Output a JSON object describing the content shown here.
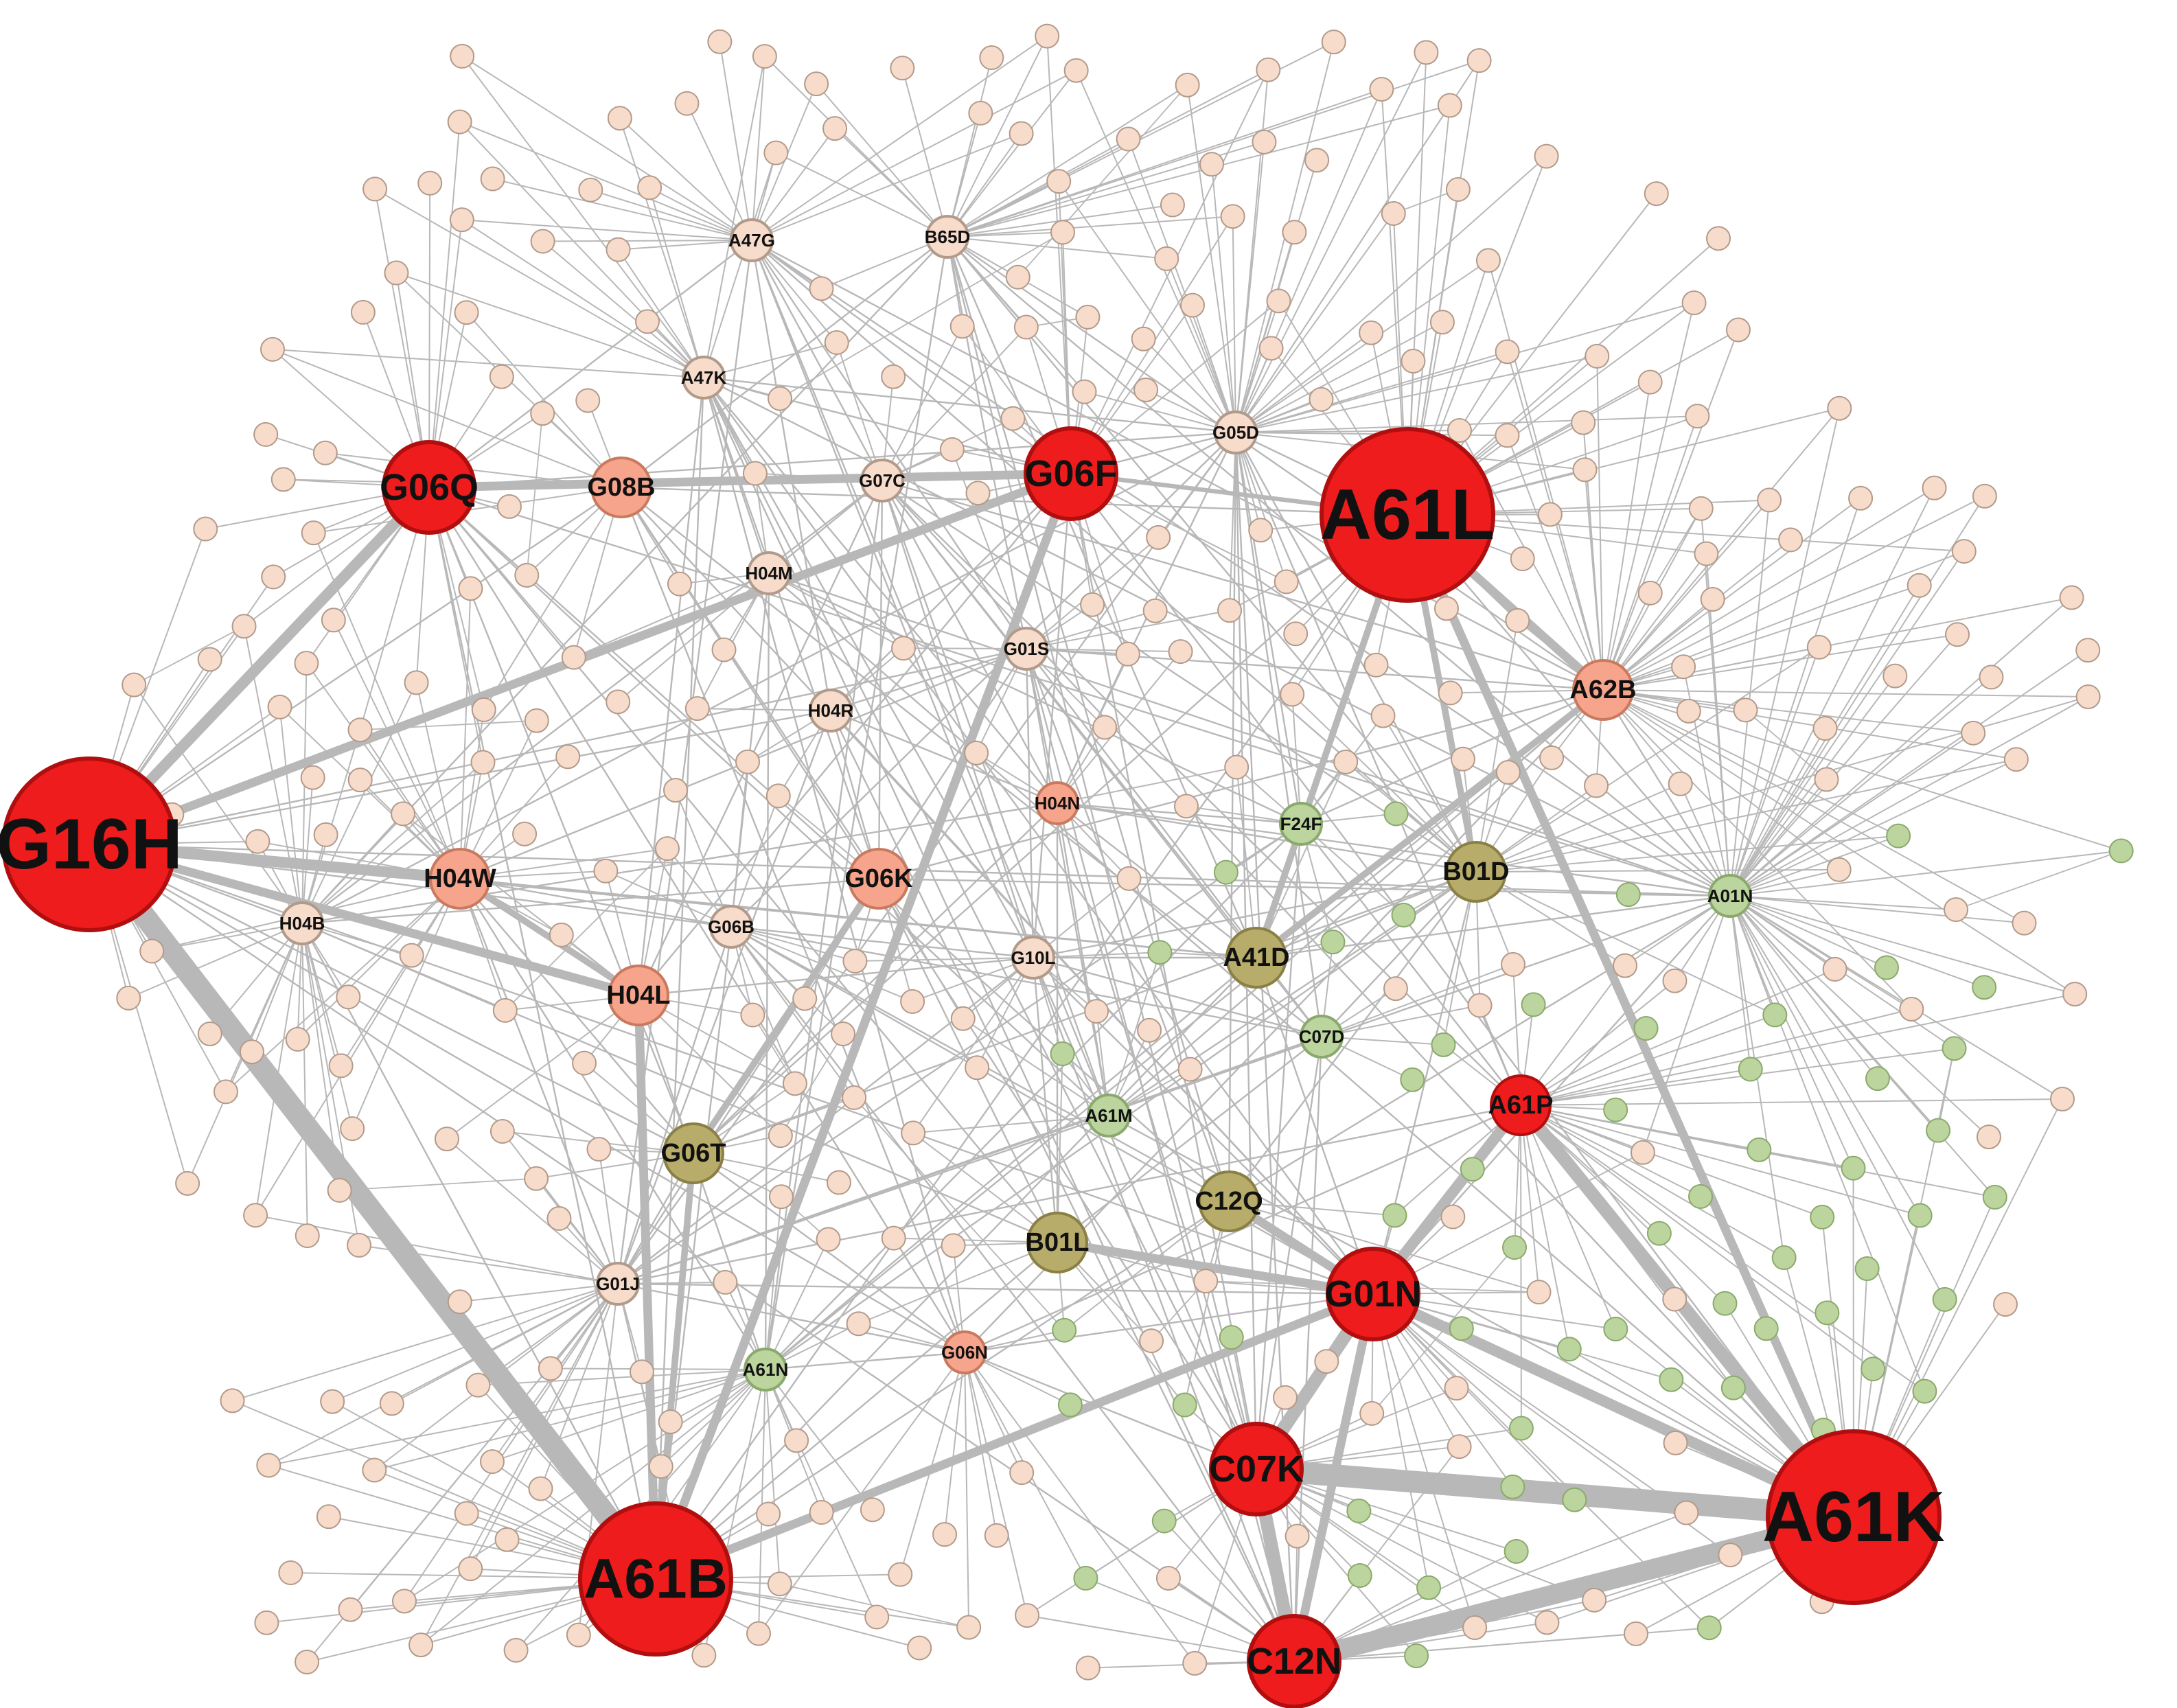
{
  "colors": {
    "background": "#ffffff",
    "edge": "#b8b8b8",
    "red": "#ee1c1c",
    "red_stroke": "#b10f0f",
    "salmon": "#f6a58c",
    "salmon_stroke": "#c97a5e",
    "olive": "#b7ac6a",
    "olive_stroke": "#8a7f45",
    "green": "#bcd59e",
    "green_stroke": "#8aa96c",
    "cream": "#f7dccc",
    "cream_stroke": "#b29a8a"
  },
  "network": {
    "major_nodes": [
      {
        "id": "G16H",
        "label": "G16H",
        "category": "red",
        "level": 5
      },
      {
        "id": "A61L",
        "label": "A61L",
        "category": "red",
        "level": 5
      },
      {
        "id": "A61K",
        "label": "A61K",
        "category": "red",
        "level": 5
      },
      {
        "id": "A61B",
        "label": "A61B",
        "category": "red",
        "level": 4
      },
      {
        "id": "G06F",
        "label": "G06F",
        "category": "red",
        "level": 3
      },
      {
        "id": "G06Q",
        "label": "G06Q",
        "category": "red",
        "level": 3
      },
      {
        "id": "G01N",
        "label": "G01N",
        "category": "red",
        "level": 3
      },
      {
        "id": "C07K",
        "label": "C07K",
        "category": "red",
        "level": 3
      },
      {
        "id": "C12N",
        "label": "C12N",
        "category": "red",
        "level": 3
      },
      {
        "id": "A61P",
        "label": "A61P",
        "category": "red",
        "level": 2
      },
      {
        "id": "G08B",
        "label": "G08B",
        "category": "salmon",
        "level": 2
      },
      {
        "id": "A62B",
        "label": "A62B",
        "category": "salmon",
        "level": 2
      },
      {
        "id": "H04W",
        "label": "H04W",
        "category": "salmon",
        "level": 2
      },
      {
        "id": "G06K",
        "label": "G06K",
        "category": "salmon",
        "level": 2
      },
      {
        "id": "H04L",
        "label": "H04L",
        "category": "salmon",
        "level": 2
      },
      {
        "id": "H04N",
        "label": "H04N",
        "category": "salmon",
        "level": 1
      },
      {
        "id": "G06N",
        "label": "G06N",
        "category": "salmon",
        "level": 1
      },
      {
        "id": "B01D",
        "label": "B01D",
        "category": "olive",
        "level": 2
      },
      {
        "id": "A41D",
        "label": "A41D",
        "category": "olive",
        "level": 2
      },
      {
        "id": "G06T",
        "label": "G06T",
        "category": "olive",
        "level": 2
      },
      {
        "id": "C12Q",
        "label": "C12Q",
        "category": "olive",
        "level": 2
      },
      {
        "id": "B01L",
        "label": "B01L",
        "category": "olive",
        "level": 2
      },
      {
        "id": "A61M",
        "label": "A61M",
        "category": "green",
        "level": 1
      },
      {
        "id": "F24F",
        "label": "F24F",
        "category": "green",
        "level": 1
      },
      {
        "id": "A01N",
        "label": "A01N",
        "category": "green",
        "level": 1
      },
      {
        "id": "C07D",
        "label": "C07D",
        "category": "green",
        "level": 1
      },
      {
        "id": "G07C",
        "label": "G07C",
        "category": "cream",
        "level": 1
      },
      {
        "id": "H04M",
        "label": "H04M",
        "category": "cream",
        "level": 1
      },
      {
        "id": "H04R",
        "label": "H04R",
        "category": "cream",
        "level": 1
      },
      {
        "id": "G10L",
        "label": "G10L",
        "category": "cream",
        "level": 1
      },
      {
        "id": "G06B",
        "label": "G06B",
        "category": "cream",
        "level": 1
      },
      {
        "id": "G01J",
        "label": "G01J",
        "category": "cream",
        "level": 1
      },
      {
        "id": "H04B",
        "label": "H04B",
        "category": "cream",
        "level": 1
      },
      {
        "id": "G01S",
        "label": "G01S",
        "category": "cream",
        "level": 1
      },
      {
        "id": "G05D",
        "label": "G05D",
        "category": "cream",
        "level": 1
      },
      {
        "id": "A47G",
        "label": "A47G",
        "category": "cream",
        "level": 1
      },
      {
        "id": "A47K",
        "label": "A47K",
        "category": "cream",
        "level": 1
      },
      {
        "id": "B65D",
        "label": "B65D",
        "category": "cream",
        "level": 1
      },
      {
        "id": "A61N",
        "label": "A61N",
        "category": "green",
        "level": 1
      }
    ],
    "minor_node_count": 360,
    "heavy_edges": [
      [
        "G16H",
        "A61B",
        10
      ],
      [
        "C07K",
        "A61K",
        10
      ],
      [
        "C12N",
        "A61K",
        9
      ],
      [
        "G16H",
        "H04W",
        5
      ],
      [
        "G16H",
        "G06Q",
        5
      ],
      [
        "G16H",
        "G06F",
        4
      ],
      [
        "G16H",
        "H04L",
        4
      ],
      [
        "G06Q",
        "G06F",
        4
      ],
      [
        "G06F",
        "A61B",
        4
      ],
      [
        "A61L",
        "A61K",
        4
      ],
      [
        "A61P",
        "A61K",
        6
      ],
      [
        "G01N",
        "A61K",
        5
      ],
      [
        "G01N",
        "C07K",
        6
      ],
      [
        "C07K",
        "C12N",
        6
      ],
      [
        "G01N",
        "A61B",
        4
      ],
      [
        "A61B",
        "H04L",
        4
      ],
      [
        "A61B",
        "G06T",
        3
      ],
      [
        "G01N",
        "C12Q",
        4
      ],
      [
        "G01N",
        "B01L",
        4
      ],
      [
        "A61L",
        "A62B",
        4
      ],
      [
        "A61L",
        "B01D",
        3
      ],
      [
        "A61L",
        "A41D",
        3
      ],
      [
        "A61L",
        "G06F",
        2
      ],
      [
        "G06K",
        "G06T",
        3
      ],
      [
        "H04W",
        "H04L",
        3
      ],
      [
        "G01N",
        "A61P",
        5
      ],
      [
        "C12N",
        "G01N",
        4
      ],
      [
        "A62B",
        "A41D",
        3
      ]
    ]
  }
}
